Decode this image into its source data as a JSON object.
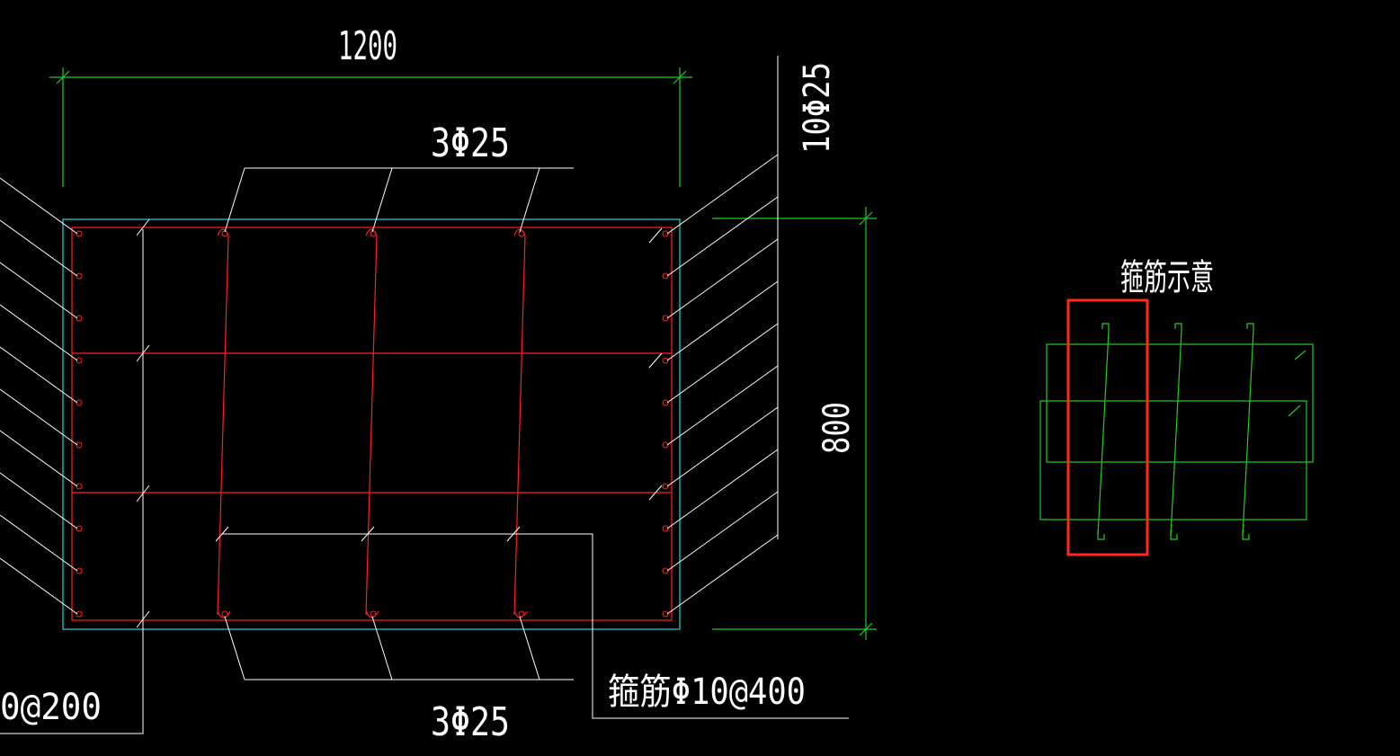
{
  "drawing": {
    "dimension_width": "1200",
    "dimension_height": "800",
    "top_bars_label": "3Φ25",
    "bottom_bars_label": "3Φ25",
    "side_bars_label": "10Φ25",
    "stirrup_label": "箍筋Φ10@400",
    "left_partial_label": "0@200",
    "legend_title": "箍筋示意"
  },
  "colors": {
    "background": "#000000",
    "dimension": "#22cc22",
    "rebar": "#ff2020",
    "outline": "#22d6d6",
    "leader": "#ffffff",
    "highlight": "#ff2a1a"
  }
}
